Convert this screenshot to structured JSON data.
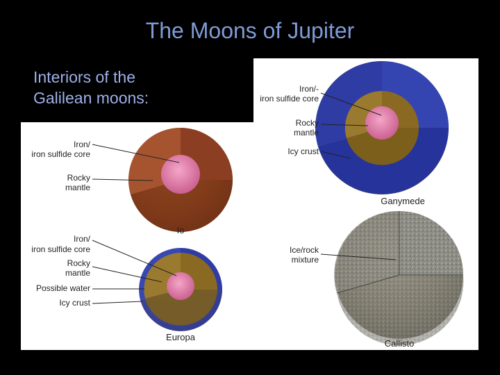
{
  "slide": {
    "title": "The Moons of Jupiter",
    "subtitle_line1": "Interiors of the",
    "subtitle_line2": "Galilean moons:"
  },
  "moons": {
    "io": {
      "name": "Io",
      "labels": [
        "Iron/",
        "iron sulfide core",
        "Rocky",
        "mantle"
      ]
    },
    "europa": {
      "name": "Europa",
      "labels": [
        "Iron/",
        "iron sulfide core",
        "Rocky",
        "mantle",
        "Possible water",
        "Icy crust"
      ]
    },
    "ganymede": {
      "name": "Ganymede",
      "labels": [
        "Iron/-",
        "iron sulfide core",
        "Rocky",
        "mantle",
        "Icy crust"
      ]
    },
    "callisto": {
      "name": "Callisto",
      "labels": [
        "Ice/rock",
        "mixture"
      ]
    }
  },
  "colors": {
    "background": "#000000",
    "title": "#7f9bd6",
    "subtitle": "#9fb0e8",
    "core": "#e07aa8",
    "rocky_mantle": "#8a6a22",
    "io_mantle": "#9a4a2c",
    "icy_crust": "#3040a8",
    "callisto_mix": "#8c8c84"
  }
}
